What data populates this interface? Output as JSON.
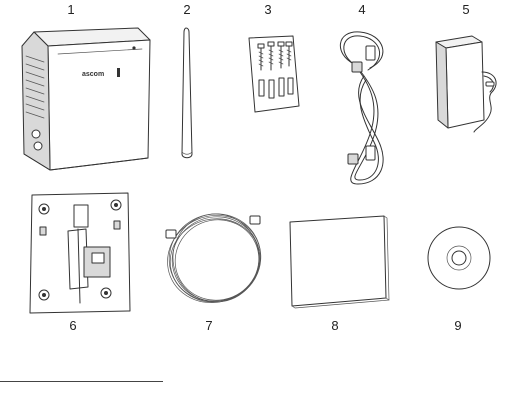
{
  "items": [
    {
      "number": "1",
      "name": "base-station"
    },
    {
      "number": "2",
      "name": "antenna"
    },
    {
      "number": "3",
      "name": "screws-and-wall-plugs"
    },
    {
      "number": "4",
      "name": "network-cable"
    },
    {
      "number": "5",
      "name": "power-adapter"
    },
    {
      "number": "6",
      "name": "wall-mounting-plate"
    },
    {
      "number": "7",
      "name": "coiled-cable"
    },
    {
      "number": "8",
      "name": "booklet"
    },
    {
      "number": "9",
      "name": "cd-disc"
    }
  ],
  "device_logo_text": "ascom"
}
